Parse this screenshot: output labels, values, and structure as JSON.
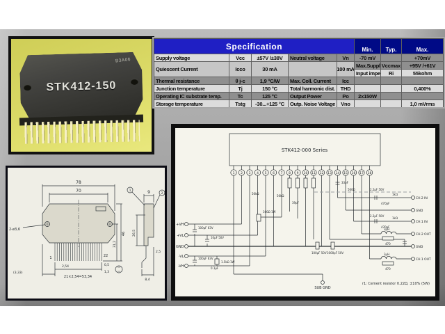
{
  "photo": {
    "chip_label": "STK412-150",
    "date_code": "B3A06"
  },
  "spec_table": {
    "title": "Specification",
    "col_headers": {
      "min": "Min.",
      "typ": "Typ.",
      "max": "Max."
    },
    "left_rows": [
      {
        "param": "Supply voltage",
        "sym": "Vcc",
        "value": "±57V /±38V"
      },
      {
        "param": "Max.Supply voltage",
        "sym": "Vccmax",
        "value": "+95V /+61V"
      },
      {
        "param": "Input impedance",
        "sym": "Ri",
        "value": "55kohm"
      },
      {
        "param": "Thermal resistance",
        "sym": "θ j-c",
        "value": "1,9 °C/W"
      },
      {
        "param": "Junction temperature",
        "sym": "Tj",
        "value": "150 °C"
      },
      {
        "param": "Operating IC substrate temp.",
        "sym": "Tc",
        "value": "125 °C"
      },
      {
        "param": "Storage temperature",
        "sym": "Tstg",
        "value": "-30...+125 °C"
      }
    ],
    "right_rows": [
      {
        "param": "Neutral voltage",
        "sym": "Vn",
        "min": "-70 mV",
        "typ": "",
        "max": "+70mV"
      },
      {
        "param": "Quiescent Current",
        "sym": "Icco",
        "min": "30 mA",
        "typ": "",
        "max": "100 mA"
      },
      {
        "param": "Max. Coll. Current",
        "sym": "Icc",
        "min": "",
        "typ": "",
        "max": ""
      },
      {
        "param": "Total harmonic dist.",
        "sym": "THD",
        "min": "",
        "typ": "",
        "max": "0,400%"
      },
      {
        "param": "Output Power",
        "sym": "Po",
        "min": "2x150W",
        "typ": "",
        "max": ""
      },
      {
        "param": "Outp. Noise Voltage",
        "sym": "Vno",
        "min": "",
        "typ": "",
        "max": "1,0 mVrms"
      }
    ]
  },
  "drawing": {
    "labels": {
      "dim_w1": "78",
      "dim_w2": "70",
      "holes": "2-ø3,6",
      "dim_h1": "46",
      "dim_h2": "31,2",
      "side_w": "9",
      "side_h": "26,5",
      "side_t": "2,5",
      "side_b": "8,4",
      "lead_off": "(3,33)",
      "pitch": "2,54",
      "pitch_total": "21×2,54=53,34",
      "pin1": "1",
      "pin22": "22",
      "pin_w": "0,5",
      "pin_t": "1,3",
      "mark1": "1",
      "mark2": "2"
    }
  },
  "schematic": {
    "title": "STK412-000 Series",
    "pins": [
      "1",
      "2",
      "3",
      "4",
      "5",
      "6",
      "7",
      "8",
      "9",
      "10",
      "11",
      "12",
      "13",
      "14",
      "15",
      "16",
      "17",
      "18"
    ],
    "left_terminals": [
      "+VH",
      "+VL",
      "GND",
      "-VL",
      "-VH"
    ],
    "right_terminals": [
      "CH.2 IN",
      "GND",
      "CH.1 IN",
      "CH.2 OUT",
      "GND",
      "CH.1 OUT"
    ],
    "bottom_terminal": "SUB GND",
    "note": "r1: Cement resistor 0.22Ω, ±10% (5W)",
    "part_labels": [
      "100µF 63V",
      "10µF 50V",
      "100µF 63V",
      "0.1µF",
      "1.5kΩ 1W",
      "56kΩ",
      "39pF",
      "100Ω 1W",
      "100µF 50V",
      "1000pF 50V",
      "33pF",
      "2.2µF 50V",
      "1kΩ",
      "470pF",
      "2.2µF 50V",
      "1kΩ",
      "470pF",
      "3µH",
      "470",
      "3µH",
      "470",
      "56kΩ",
      "560Ω"
    ]
  }
}
